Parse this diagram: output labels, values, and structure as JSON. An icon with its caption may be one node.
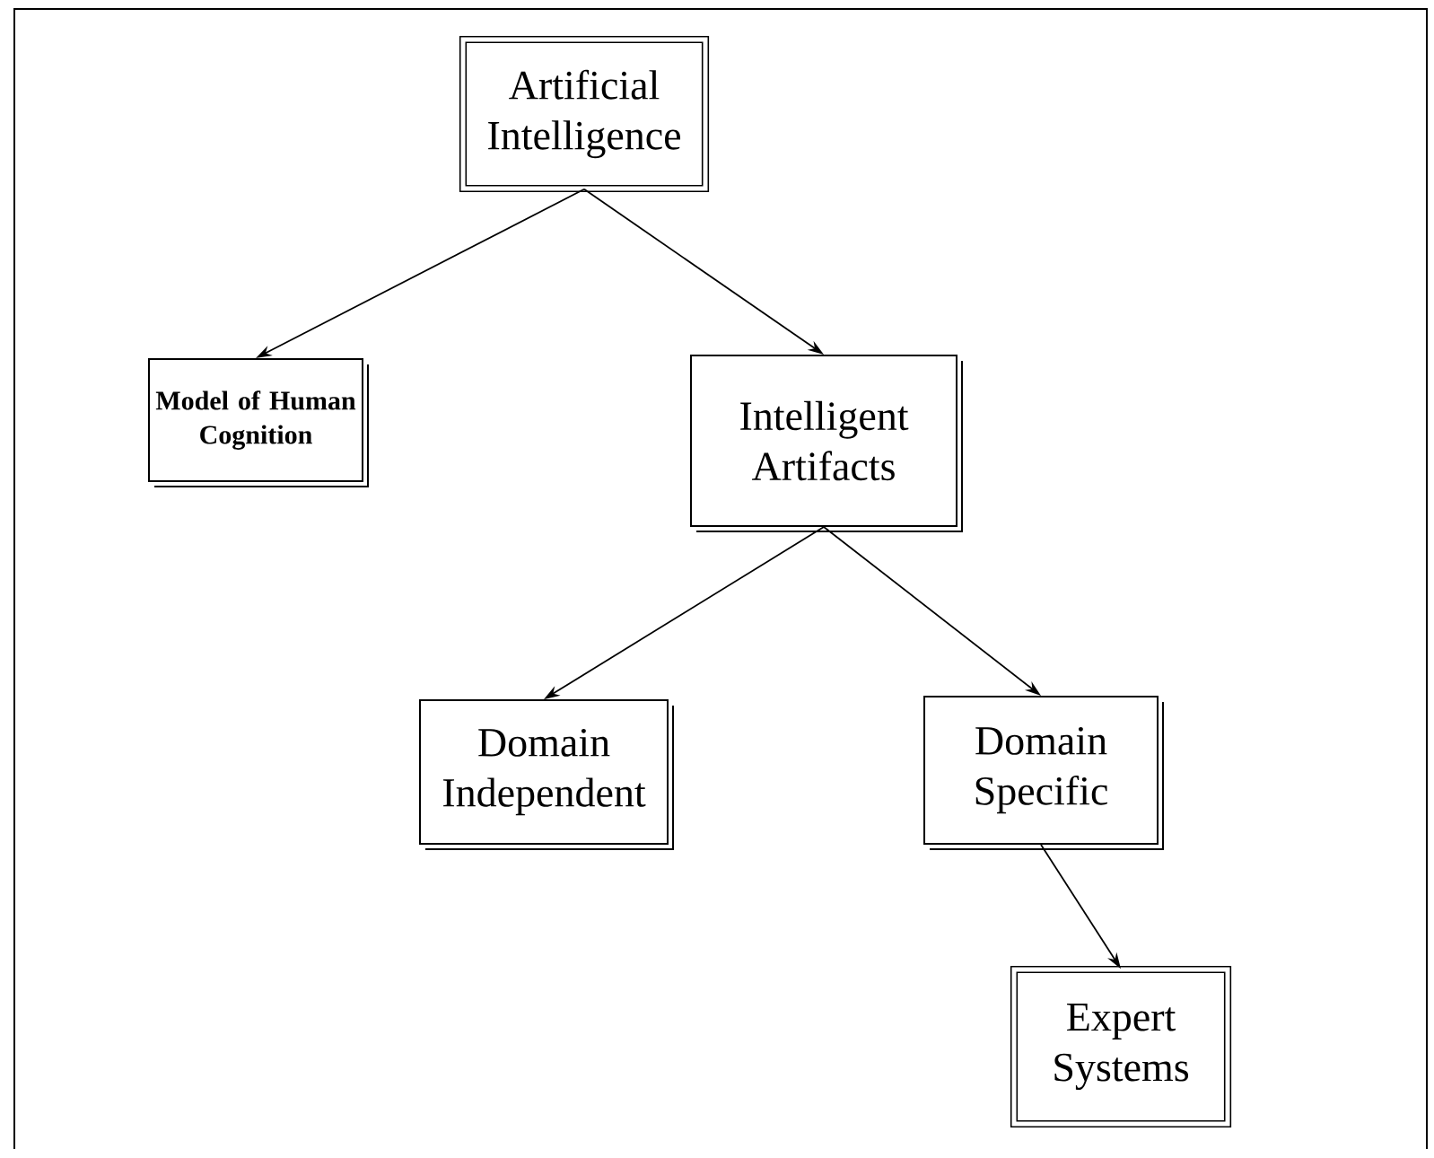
{
  "diagram": {
    "nodes": [
      {
        "text": [
          "Artificial Intelligence"
        ]
      },
      {
        "text": [
          "Model of Human Cognition"
        ]
      },
      {
        "text": [
          "Intelligent Artifacts"
        ]
      },
      {
        "text": [
          "Domain Independent"
        ]
      },
      {
        "text": [
          "Domain Specific"
        ]
      },
      {
        "text": [
          "Expert Systems"
        ]
      }
    ],
    "edges": [
      {
        "from": 0,
        "to": 1,
        "arrow": "to"
      },
      {
        "from": 0,
        "to": 2,
        "arrow": "to"
      },
      {
        "from": 2,
        "to": 3,
        "arrow": "to"
      },
      {
        "from": 2,
        "to": 4,
        "arrow": "to"
      },
      {
        "from": 4,
        "to": 5,
        "arrow": "to"
      }
    ]
  }
}
